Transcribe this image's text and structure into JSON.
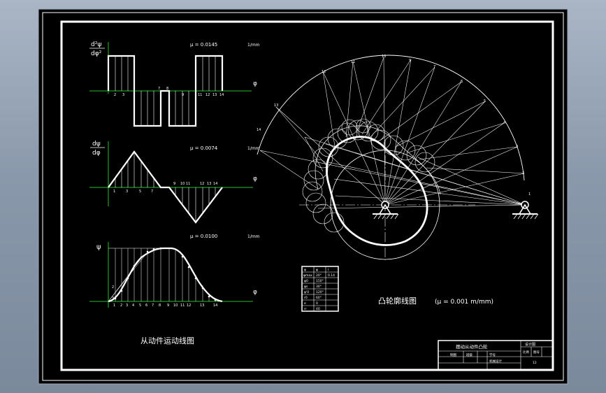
{
  "colors": {
    "background": "#8e9db0",
    "sheet": "#000000",
    "line": "#ffffff",
    "axis": "#22c02a"
  },
  "follower": {
    "acc_ylabel_num": "d²ψ",
    "acc_ylabel_den": "dφ²",
    "acc_scale": "μ = 0.0145",
    "acc_unit": "1/mm",
    "vel_ylabel_num": "dψ",
    "vel_ylabel_den": "dφ",
    "vel_scale": "μ = 0.0074",
    "vel_unit": "1/mm",
    "disp_ylabel": "ψ",
    "disp_scale": "μ = 0.0100",
    "disp_unit": "1/mm",
    "x_label": "φ",
    "caption": "从动件运动线图"
  },
  "profile": {
    "caption": "凸轮廓线图",
    "scale": "(μ = 0.001 m/mm)"
  },
  "ticks": [
    "1",
    "2",
    "3",
    "4",
    "5",
    "6",
    "7",
    "8",
    "9",
    "10",
    "11",
    "12",
    "13",
    "14"
  ],
  "param_table": {
    "rows": [
      [
        "φ",
        "ψ",
        "l"
      ],
      [
        "ψmax",
        "20°",
        "0.14"
      ],
      [
        "φ0",
        "150°",
        ""
      ],
      [
        "φs",
        "30°",
        ""
      ],
      [
        "φ'0",
        "120°",
        ""
      ],
      [
        "r0",
        "60°",
        ""
      ],
      [
        "e",
        "0",
        ""
      ],
      [
        "rr",
        "40",
        ""
      ]
    ]
  },
  "title_block": {
    "name": "摆动从动件凸轮",
    "code": "设计图",
    "cell_a": "制图",
    "cell_b": "班级",
    "cell_c": "学号",
    "cell_d": "比例",
    "cell_e": "图号",
    "school": "机械设计",
    "sheet": "12"
  }
}
